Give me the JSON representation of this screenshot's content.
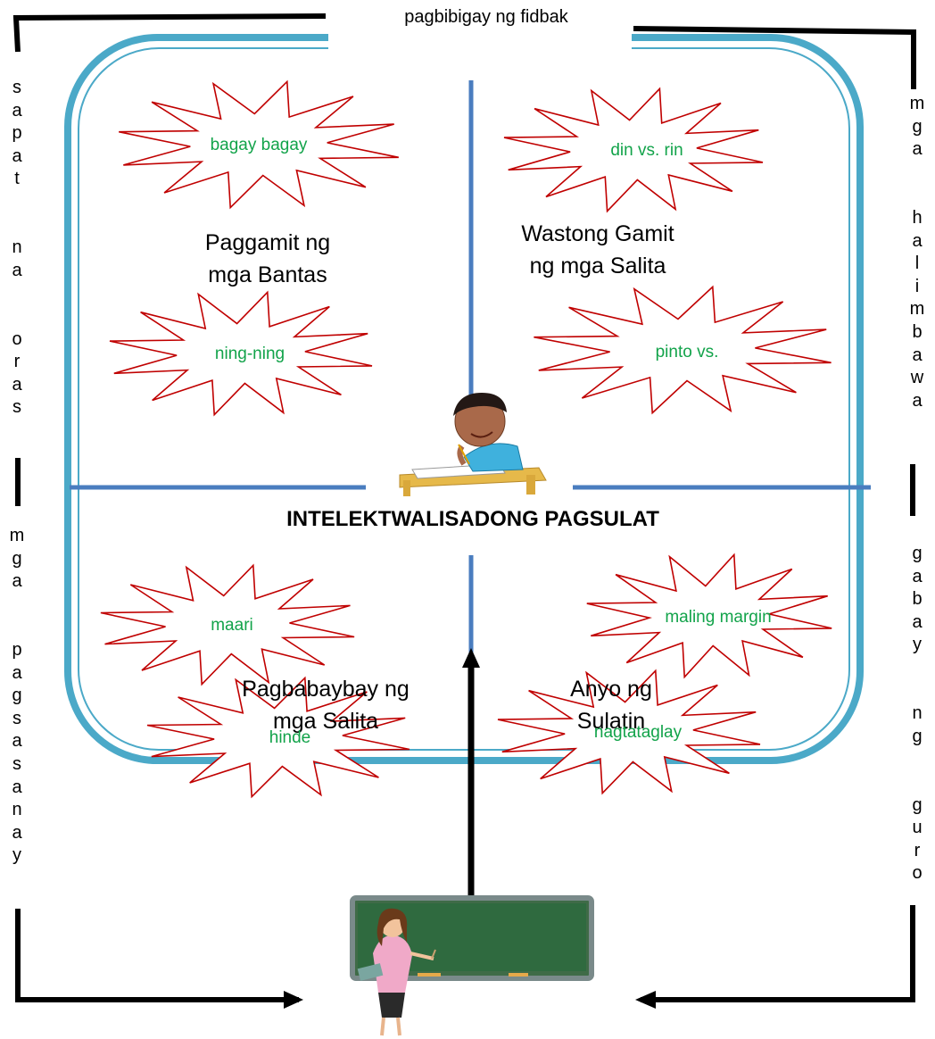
{
  "diagram": {
    "top_caption": "pagbibigay ng fidbak",
    "center_title": "INTELEKTWALISADONG PAGSULAT",
    "left_side": {
      "upper": "sapat  na  oras",
      "lower": "mga  pagsasanay"
    },
    "right_side": {
      "upper": "mga  halimbawa",
      "lower": "gabay  ng  guro"
    },
    "quadrants": {
      "top_left": {
        "label": "Paggamit ng mga Bantas",
        "burst_top": "bagay bagay",
        "burst_bottom": "ning-ning"
      },
      "top_right": {
        "label": "Wastong Gamit ng mga Salita",
        "burst_top": "din vs. rin",
        "burst_bottom": "pinto vs."
      },
      "bottom_left": {
        "label": "Pagbabaybay ng mga Salita",
        "burst_top": "maari",
        "burst_bottom": "hinde"
      },
      "bottom_right": {
        "label": "Anyo ng Sulatin",
        "burst_top": "maling margin",
        "burst_bottom": "nagtataglay"
      }
    },
    "images": {
      "student": "student-writing-at-desk",
      "teacher": "teacher-at-chalkboard"
    },
    "colors": {
      "frame_outer": "#4ba9c8",
      "quadrant_lines": "#4a7dbf",
      "burst_stroke": "#c00000",
      "burst_text": "#12a34a",
      "arrows": "#000000"
    }
  }
}
